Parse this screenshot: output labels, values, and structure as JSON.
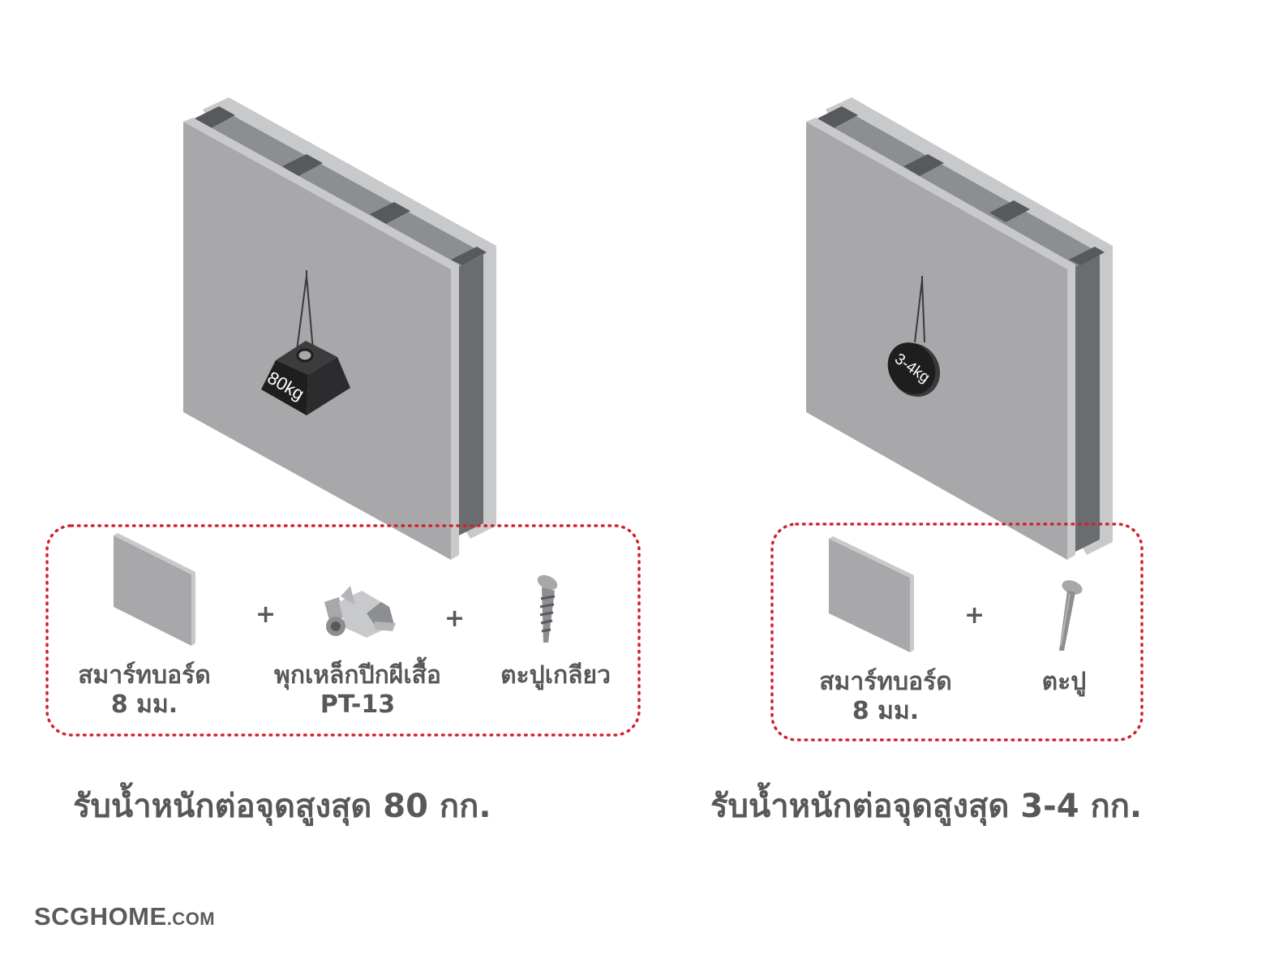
{
  "left_panel": {
    "weight_label": "80kg",
    "items": [
      {
        "line1": "สมาร์ทบอร์ด",
        "line2": "8 มม."
      },
      {
        "line1": "พุกเหล็กปีกผีเสื้อ",
        "line2": "PT-13"
      },
      {
        "line1": "ตะปูเกลียว",
        "line2": ""
      }
    ],
    "plus": "+",
    "caption": "รับน้ำหนักต่อจุดสูงสุด 80 กก."
  },
  "right_panel": {
    "weight_label": "3-4kg",
    "items": [
      {
        "line1": "สมาร์ทบอร์ด",
        "line2": "8 มม."
      },
      {
        "line1": "ตะปู",
        "line2": ""
      }
    ],
    "plus": "+",
    "caption": "รับน้ำหนักต่อจุดสูงสุด 3-4 กก."
  },
  "brand": {
    "main": "SCGHOME",
    "suffix": ".COM"
  },
  "colors": {
    "wall_face": "#a8a8ab",
    "wall_edge": "#c8c9cb",
    "stud_dark": "#6b6c6f",
    "text_gray": "#58585a",
    "dotted_red": "#d4202c",
    "weight_black": "#1e1e1f"
  }
}
